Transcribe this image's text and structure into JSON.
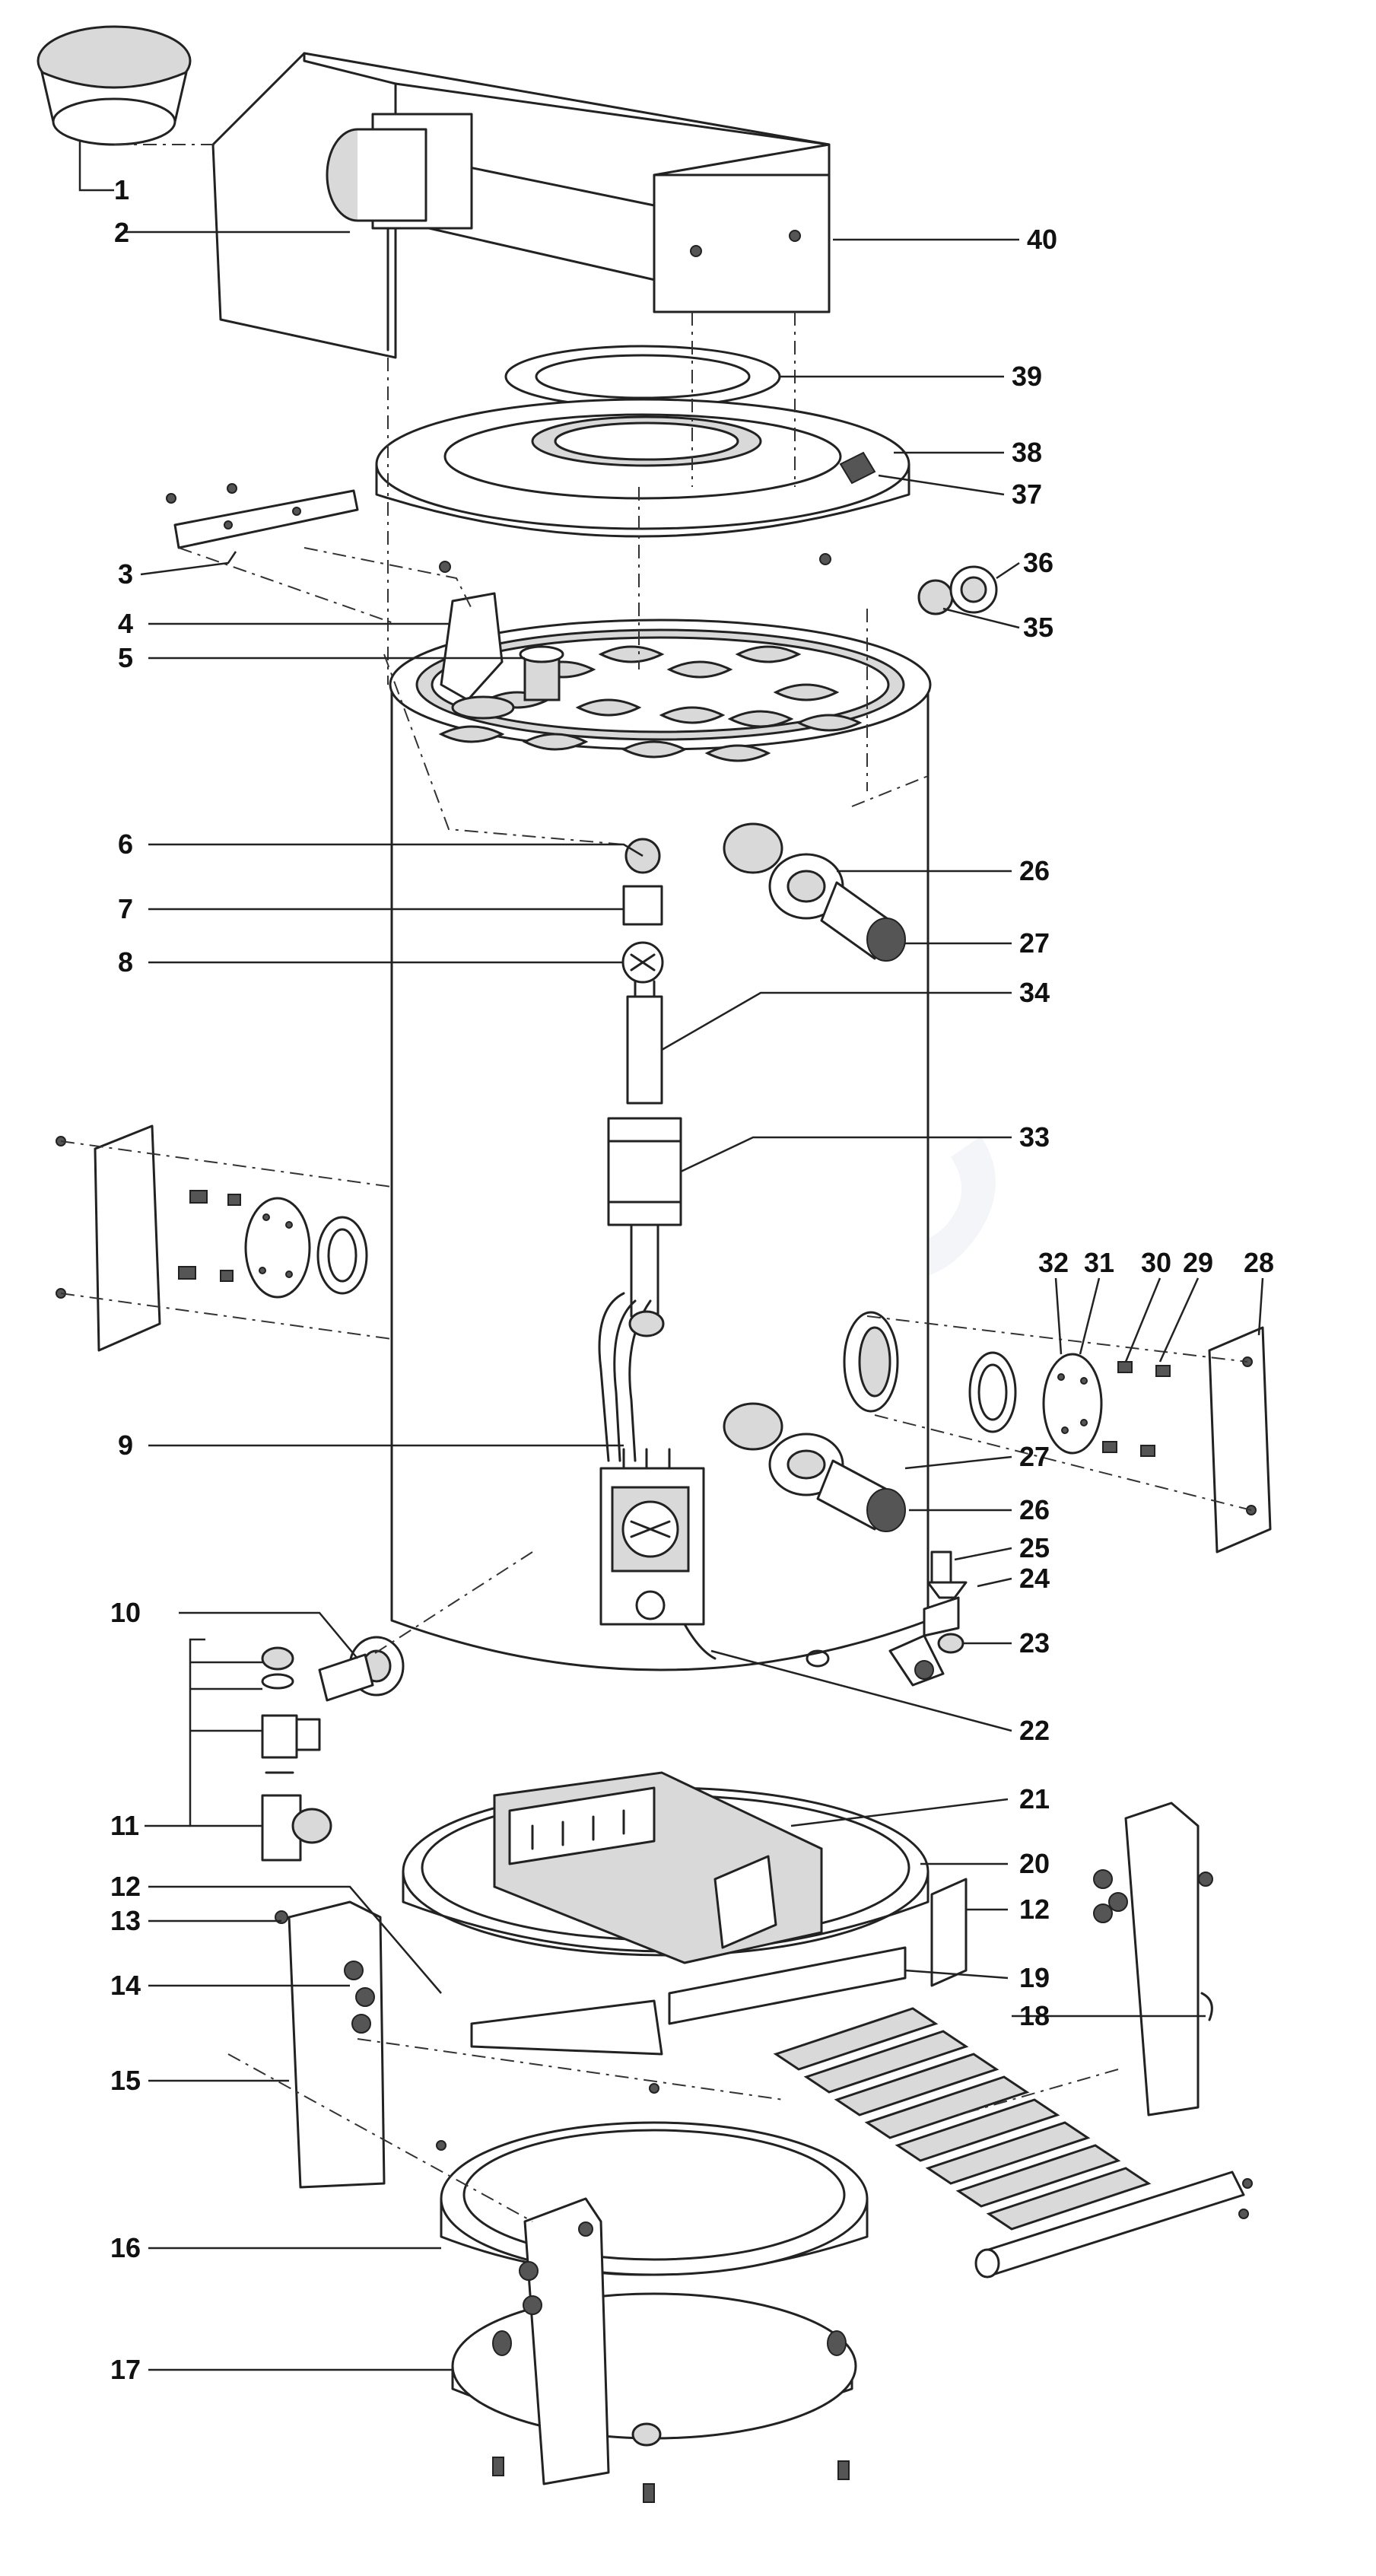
{
  "part_labels": [
    "1",
    "2",
    "3",
    "4",
    "5",
    "6",
    "7",
    "8",
    "9",
    "10",
    "11",
    "12",
    "13",
    "14",
    "15",
    "16",
    "17",
    "18",
    "19",
    "20",
    "21",
    "22",
    "23",
    "24",
    "25",
    "26",
    "27",
    "28",
    "29",
    "30",
    "31",
    "32",
    "33",
    "34",
    "35",
    "36",
    "37",
    "38",
    "39",
    "40"
  ],
  "duplicate_labels": {
    "l12b": "12",
    "l26b": "26",
    "l27b": "27"
  },
  "watermark": "WAC",
  "colors": {
    "ink": "#222222",
    "fill_grey": "#d9d9d9",
    "watermark": "#dfe4ee"
  }
}
